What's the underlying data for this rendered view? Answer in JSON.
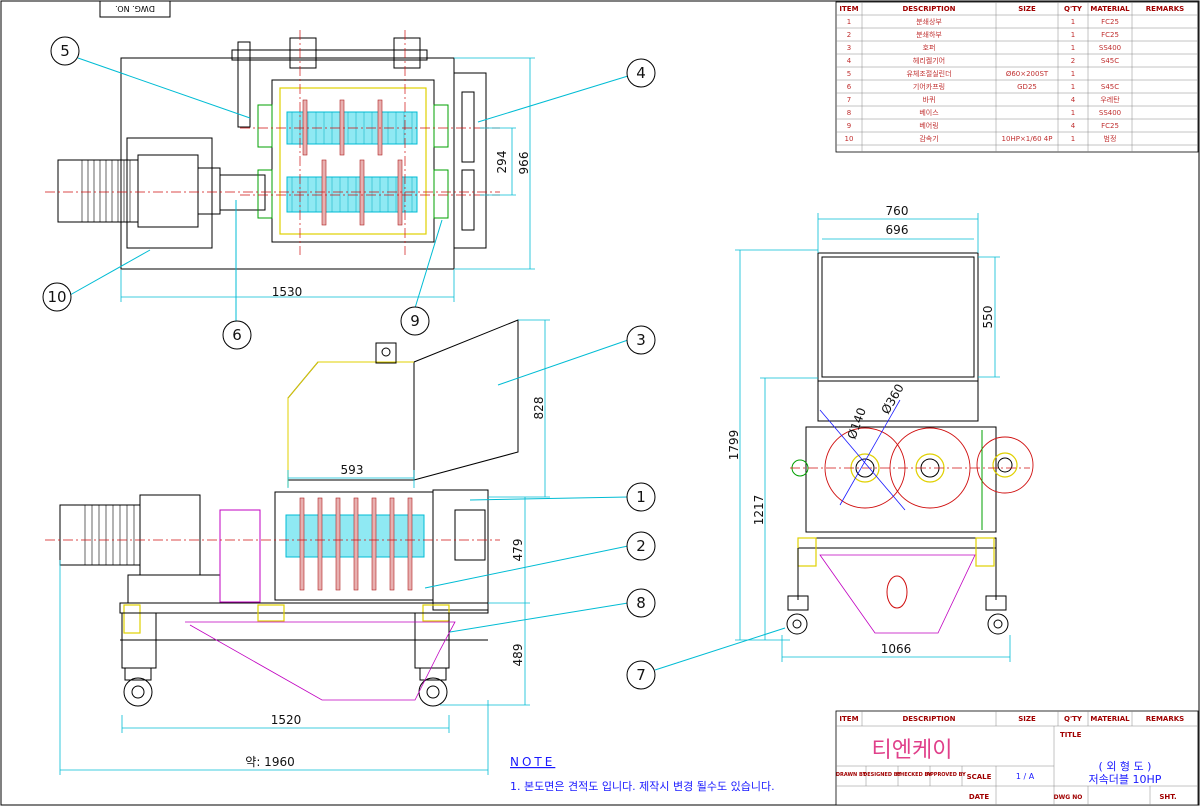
{
  "dwg_no_label": "DWG. NO.",
  "parts_table": {
    "headers": {
      "item": "ITEM",
      "description": "DESCRIPTION",
      "size": "SIZE",
      "qty": "Q'TY",
      "material": "MATERIAL",
      "remarks": "REMARKS"
    },
    "rows": [
      {
        "item": "1",
        "description": "분쇄상부",
        "size": "",
        "qty": "1",
        "material": "FC25"
      },
      {
        "item": "2",
        "description": "분쇄하부",
        "size": "",
        "qty": "1",
        "material": "FC25"
      },
      {
        "item": "3",
        "description": "호퍼",
        "size": "",
        "qty": "1",
        "material": "SS400"
      },
      {
        "item": "4",
        "description": "헤리켈기어",
        "size": "",
        "qty": "2",
        "material": "S45C"
      },
      {
        "item": "5",
        "description": "유체조절실린더",
        "size": "Ø60×200ST",
        "qty": "1",
        "material": ""
      },
      {
        "item": "6",
        "description": "기어카프링",
        "size": "GD25",
        "qty": "1",
        "material": "S45C"
      },
      {
        "item": "7",
        "description": "바퀴",
        "size": "",
        "qty": "4",
        "material": "우레탄"
      },
      {
        "item": "8",
        "description": "베이스",
        "size": "",
        "qty": "1",
        "material": "SS400"
      },
      {
        "item": "9",
        "description": "베어링",
        "size": "",
        "qty": "4",
        "material": "FC25"
      },
      {
        "item": "10",
        "description": "감속기",
        "size": "10HP×1/60 4P",
        "qty": "1",
        "material": "범정"
      }
    ]
  },
  "dimensions": {
    "top_width": "1530",
    "top_height": "966",
    "top_center": "294",
    "hopper_width": "593",
    "hopper_height": "828",
    "upper_height": "479",
    "lower_height": "489",
    "base_length": "1520",
    "overall_length": "약: 1960",
    "side_outer_width": "760",
    "side_inner_width": "696",
    "side_hopper_height": "550",
    "side_total_height": "1799",
    "side_body_height": "1217",
    "side_wheel_span": "1066",
    "dia_small": "Ø140",
    "dia_large": "Ø360"
  },
  "balloons": [
    "1",
    "2",
    "3",
    "4",
    "5",
    "6",
    "7",
    "8",
    "9",
    "10"
  ],
  "note": {
    "title": "NOTE",
    "line1": "1. 본도면은 견적도 입니다. 제작시 변경 될수도 있습니다."
  },
  "title_block": {
    "headers": {
      "item": "ITEM",
      "description": "DESCRIPTION",
      "size": "SIZE",
      "qty": "Q'TY",
      "material": "MATERIAL",
      "remarks": "REMARKS"
    },
    "company": "티엔케이",
    "title_label": "TITLE",
    "view_name": "( 외 형 도 )",
    "product": "저속더블 10HP",
    "drawn": "DRAWN BY",
    "designed": "DESIGNED BY",
    "checked": "CHECKED BY",
    "approved": "APPROVED BY",
    "scale_label": "SCALE",
    "scale_value": "1 / A",
    "date_label": "DATE",
    "dwg_label": "DWG NO",
    "sht_label": "SHT."
  },
  "colors": {
    "line": "#000000",
    "dim": "#00bcd4",
    "red": "#d01010",
    "magenta": "#c000c0",
    "yellow": "#e0d000",
    "green": "#00a000",
    "blue": "#1a1aff"
  }
}
